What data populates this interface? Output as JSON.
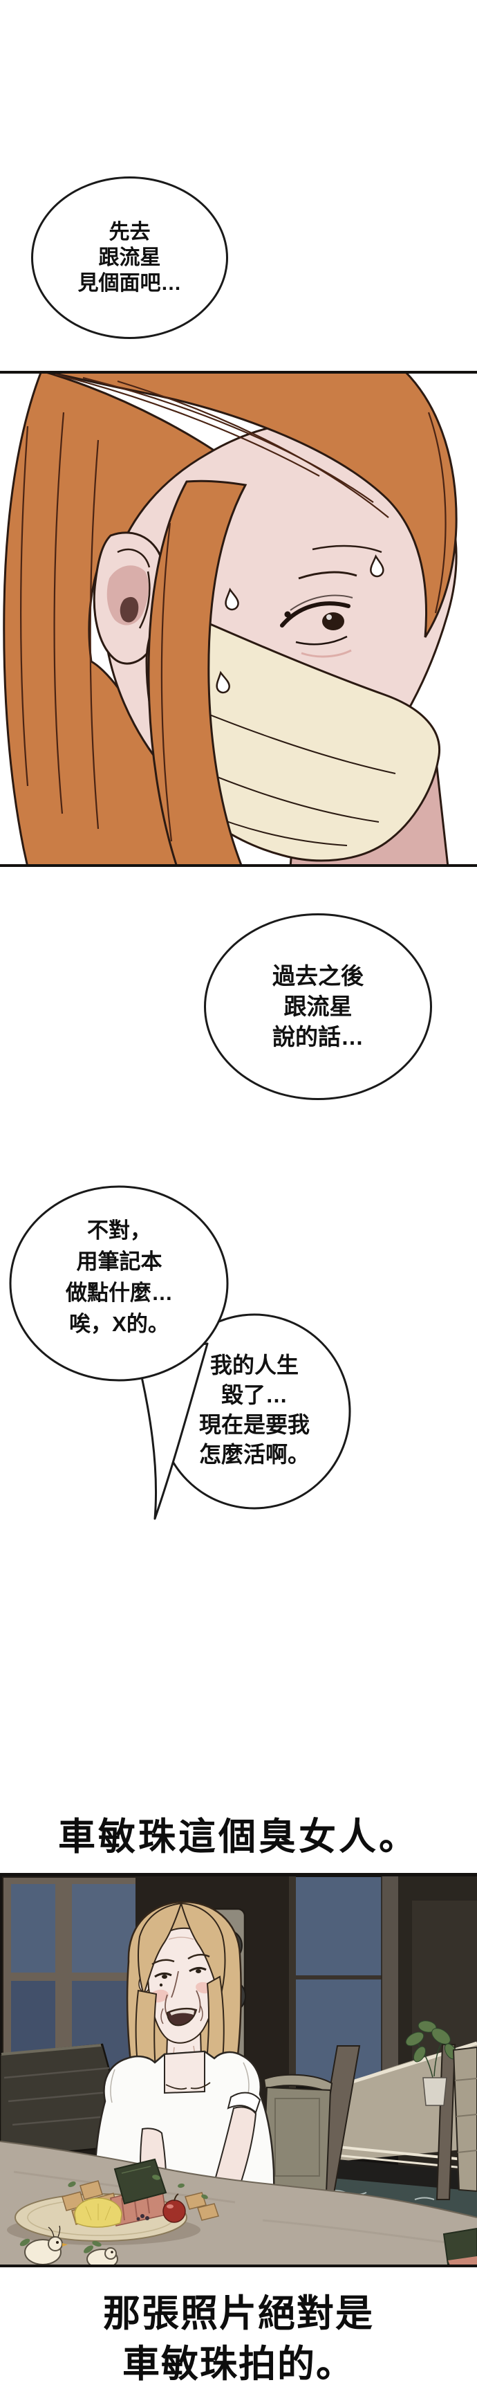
{
  "page": {
    "kind": "webtoon-episode-strip",
    "background": "#ffffff"
  },
  "bubbles": [
    {
      "name": "speech-bubble-1",
      "lines": [
        "先去",
        "跟流星",
        "見個面吧…"
      ]
    },
    {
      "name": "speech-bubble-2",
      "lines": [
        "過去之後",
        "跟流星",
        "說的話…"
      ]
    },
    {
      "name": "speech-bubble-3",
      "lines": [
        "不對，",
        "用筆記本",
        "做點什麼…",
        "唉，X的。"
      ]
    },
    {
      "name": "speech-bubble-4",
      "lines": [
        "我的人生",
        "毀了…",
        "現在是要我",
        "怎麼活啊。"
      ]
    }
  ],
  "narration": [
    {
      "name": "narration-1",
      "text": "車敏珠這個臭女人。"
    },
    {
      "name": "narration-2",
      "lines": [
        "那張照片絕對是",
        "車敏珠拍的。"
      ]
    }
  ],
  "panels": [
    {
      "name": "panel-masked-woman",
      "alt": "orange-haired woman in right profile wearing a cream face mask, sweating"
    },
    {
      "name": "panel-dinner-photo",
      "alt": "woman in white dress smiling at a dining table with a food platter, pool villa at night"
    }
  ],
  "colors": {
    "ink": "#141210",
    "line": "#2b1a12",
    "hair-orange": "#ca7d46",
    "hair-strand": "#4a2414",
    "skin-pink": "#f0d9d5",
    "skin-shadow": "#d9aeaa",
    "mask-cream": "#f2e9d0",
    "photo-bg": "#151311",
    "window-glass": "#50617b",
    "frame-grey": "#6b6156",
    "speaker-grey": "#8f8a7d",
    "hair-blonde": "#d6b687",
    "skin-light": "#f6e9e4",
    "dress-white": "#fbfbf9",
    "blush-pink": "#edb9b2",
    "chair-green": "#8b8674",
    "chair-dark": "#3c3931",
    "deck-beige": "#b1a896",
    "water-teal": "#3f4e4c",
    "table-taupe": "#b3a99c",
    "platter-cream": "#ded2b4",
    "nori-green": "#39432f",
    "salmon-pink": "#c98775",
    "cube-tan": "#cfa873",
    "apple-red": "#a03028",
    "lemon-yellow": "#e9d66d",
    "leaf-green": "#5d7a4a"
  }
}
